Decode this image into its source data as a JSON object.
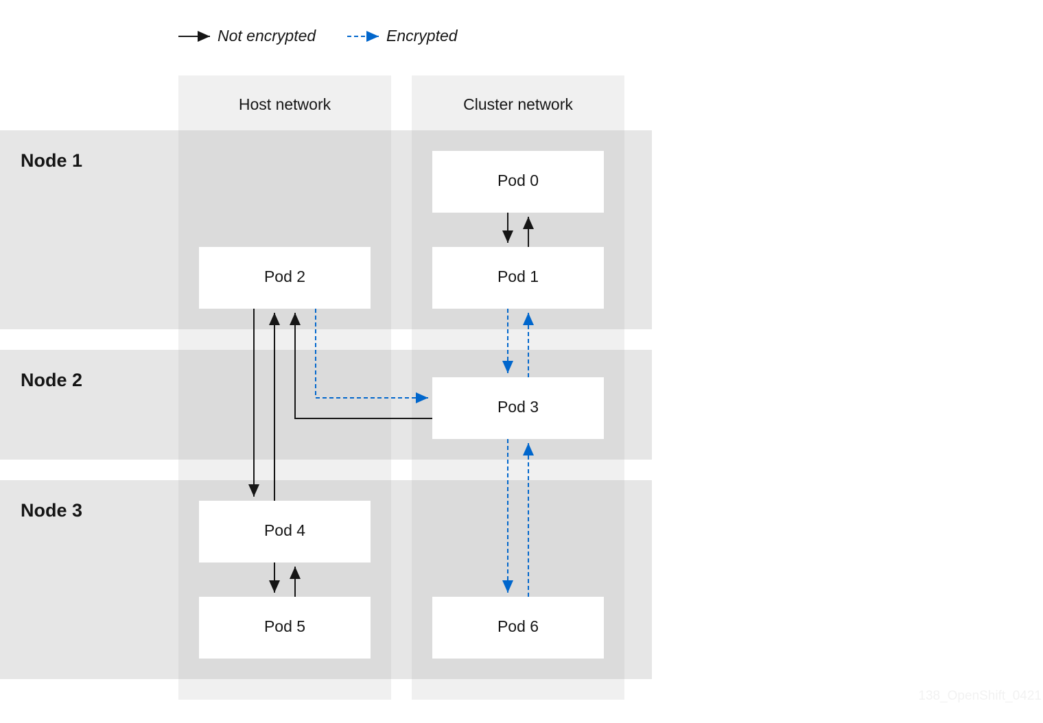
{
  "legend": {
    "not_encrypted": "Not encrypted",
    "encrypted": "Encrypted"
  },
  "columns": {
    "host": "Host network",
    "cluster": "Cluster network"
  },
  "nodes": [
    "Node 1",
    "Node 2",
    "Node 3"
  ],
  "pods": {
    "pod0": "Pod 0",
    "pod1": "Pod 1",
    "pod2": "Pod 2",
    "pod3": "Pod 3",
    "pod4": "Pod 4",
    "pod5": "Pod 5",
    "pod6": "Pod 6"
  },
  "watermark": "138_OpenShift_0421",
  "colors": {
    "not_encrypted": "#151515",
    "encrypted": "#0066cc",
    "column_band": "#f0f0f0",
    "node_band": "#e6e6e6",
    "intersection": "#dbdbdb",
    "pod_box": "#ffffff"
  }
}
